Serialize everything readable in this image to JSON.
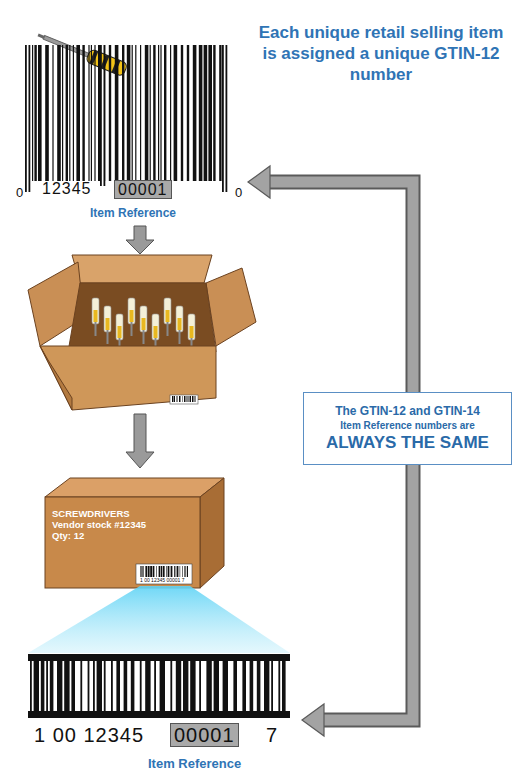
{
  "diagram": {
    "title": "Each unique retail selling item is assigned a unique GTIN-12 number",
    "nodes": [
      {
        "text": [
          "0",
          "12345",
          "00001",
          "0",
          "Item Reference"
        ]
      },
      {
        "text": [
          "The GTIN-12 and GTIN-14",
          "Item Reference numbers are",
          "ALWAYS THE SAME"
        ]
      },
      {
        "text": [
          "SCREWDRIVERS",
          "Vendor stock #12345",
          "Qty: 12"
        ]
      },
      {
        "text": [
          "1 00 12345",
          "00001",
          "7",
          "Item Reference"
        ]
      }
    ],
    "edges": [
      {
        "from": 1,
        "to": 0,
        "arrow": "to"
      },
      {
        "from": 1,
        "to": 3,
        "arrow": "to"
      }
    ],
    "labels": [
      "1 00 12345 00001 7"
    ]
  }
}
